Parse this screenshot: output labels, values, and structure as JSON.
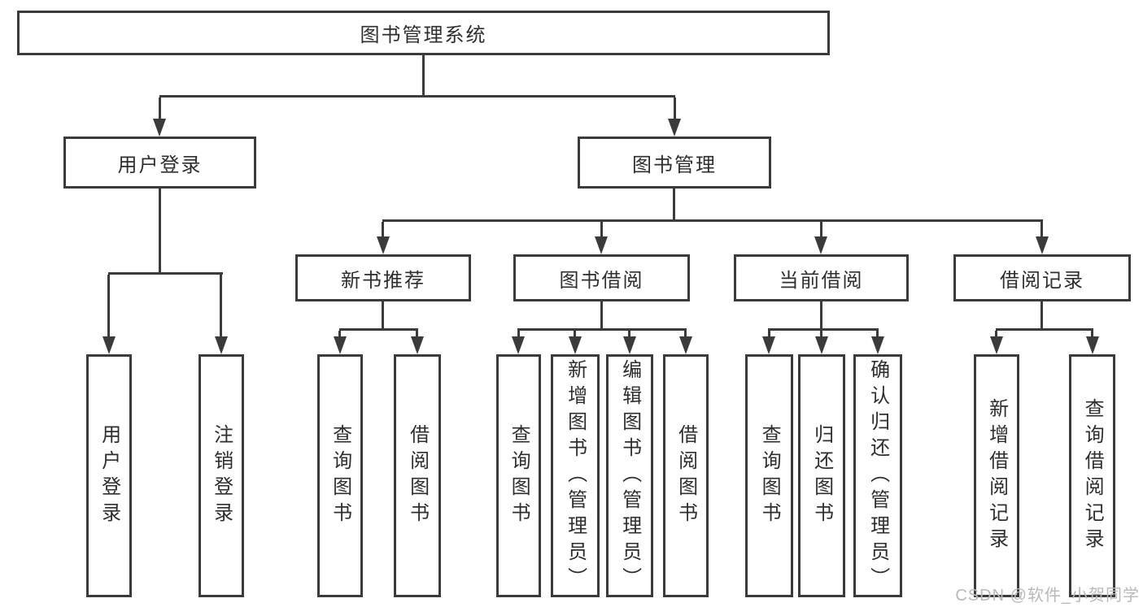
{
  "tree": {
    "label": "图书管理系统",
    "children": [
      {
        "label": "用户登录",
        "children": [
          {
            "label": "用户登录"
          },
          {
            "label": "注销登录"
          }
        ]
      },
      {
        "label": "图书管理",
        "children": [
          {
            "label": "新书推荐",
            "children": [
              {
                "label": "查询图书"
              },
              {
                "label": "借阅图书"
              }
            ]
          },
          {
            "label": "图书借阅",
            "children": [
              {
                "label": "查询图书"
              },
              {
                "label": "新增图书（管理员）"
              },
              {
                "label": "编辑图书（管理员）"
              },
              {
                "label": "借阅图书"
              }
            ]
          },
          {
            "label": "当前借阅",
            "children": [
              {
                "label": "查询图书"
              },
              {
                "label": "归还图书"
              },
              {
                "label": "确认归还（管理员）"
              }
            ]
          },
          {
            "label": "借阅记录",
            "children": [
              {
                "label": "新增借阅记录"
              },
              {
                "label": "查询借阅记录"
              }
            ]
          }
        ]
      }
    ]
  },
  "watermark": {
    "text": "CSDN @软件_小贺同学"
  },
  "colors": {
    "line": "#3b3b3b",
    "text": "#2e2e2e",
    "watermark": "#b9b9b9",
    "background": "#ffffff"
  }
}
